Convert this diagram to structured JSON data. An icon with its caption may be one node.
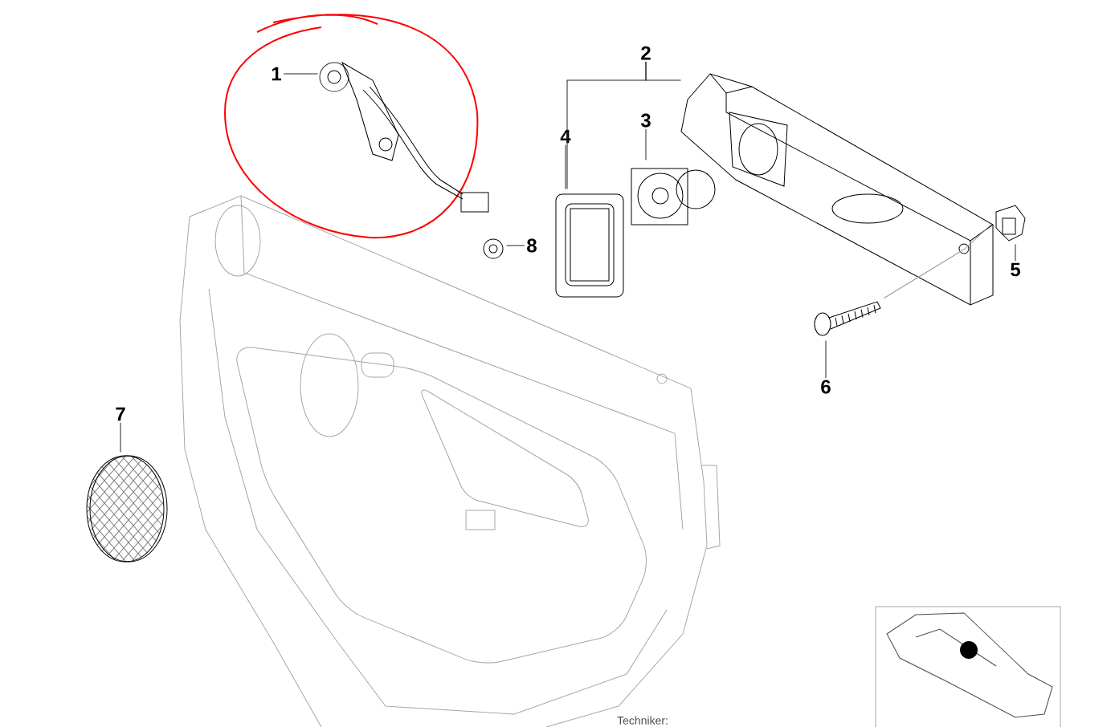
{
  "diagram": {
    "nodes": [
      {
        "text": [
          "1"
        ]
      },
      {
        "text": [
          "2"
        ]
      },
      {
        "text": [
          "3"
        ]
      },
      {
        "text": [
          "4"
        ]
      },
      {
        "text": [
          "5"
        ]
      },
      {
        "text": [
          "6"
        ]
      },
      {
        "text": [
          "7"
        ]
      },
      {
        "text": [
          "8"
        ]
      },
      {
        "text": [],
        "shape": "picture"
      },
      {
        "text": [],
        "shape": "picture"
      },
      {
        "text": [],
        "shape": "picture"
      },
      {
        "text": [],
        "shape": "picture"
      },
      {
        "text": [],
        "shape": "picture"
      },
      {
        "text": [],
        "shape": "picture"
      },
      {
        "text": [],
        "shape": "picture"
      },
      {
        "text": [],
        "shape": "picture"
      }
    ],
    "edges": [
      {
        "from": 0,
        "to": 8,
        "arrow": "none"
      },
      {
        "from": 1,
        "to": 9,
        "arrow": "none"
      },
      {
        "from": 1,
        "to": 11,
        "arrow": "none"
      },
      {
        "from": 2,
        "to": 10,
        "arrow": "none"
      },
      {
        "from": 3,
        "to": 11,
        "arrow": "none"
      },
      {
        "from": 4,
        "to": 12,
        "arrow": "none"
      },
      {
        "from": 5,
        "to": 13,
        "arrow": "none"
      },
      {
        "from": 6,
        "to": 14,
        "arrow": "none"
      },
      {
        "from": 7,
        "to": 15,
        "arrow": "none"
      },
      {
        "from": 13,
        "to": 9,
        "arrow": "none",
        "color": "#999999"
      },
      {
        "from": 9,
        "to": 12,
        "arrow": "none",
        "color": "#999999"
      }
    ],
    "labels": [
      "Techniker:"
    ]
  }
}
